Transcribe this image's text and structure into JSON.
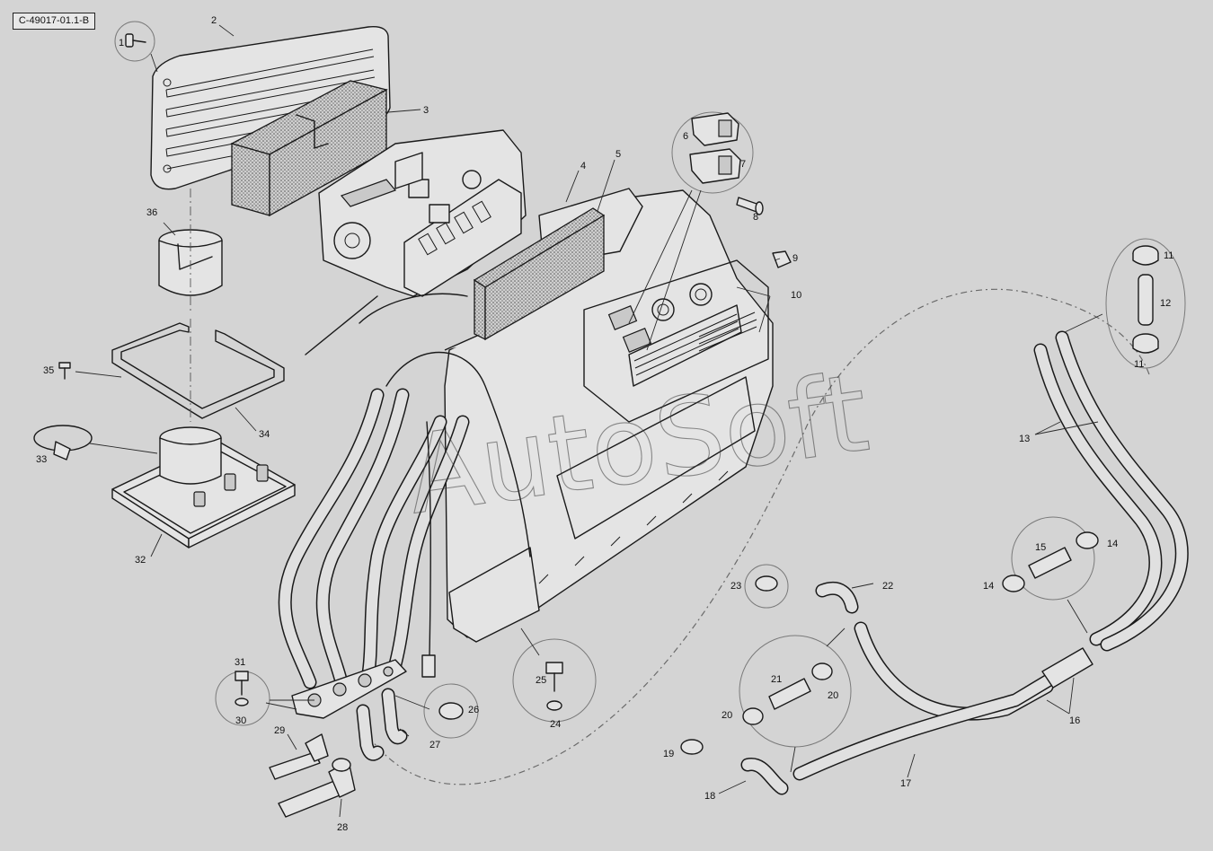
{
  "document": {
    "reference": "C-49017-01.1-B",
    "watermark": "AutoSoft"
  },
  "labels": [
    "1",
    "2",
    "3",
    "4",
    "5",
    "6",
    "7",
    "8",
    "9",
    "10",
    "11",
    "11",
    "12",
    "13",
    "14",
    "14",
    "15",
    "16",
    "17",
    "18",
    "19",
    "20",
    "20",
    "21",
    "22",
    "23",
    "24",
    "25",
    "26",
    "27",
    "28",
    "29",
    "30",
    "31",
    "32",
    "33",
    "34",
    "35",
    "36"
  ],
  "colors": {
    "background": "#d4d4d4",
    "ink": "#1a1a1a",
    "part_fill": "#e4e4e4"
  }
}
